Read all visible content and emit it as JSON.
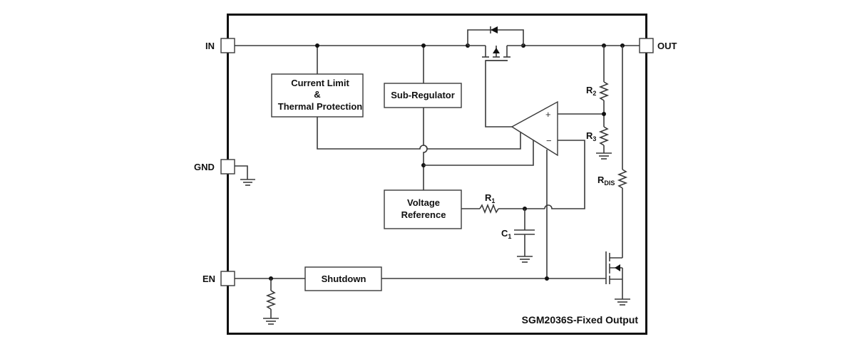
{
  "diagram": {
    "title": "SGM2036S-Fixed Output",
    "pins": {
      "in": "IN",
      "out": "OUT",
      "gnd": "GND",
      "en": "EN"
    },
    "blocks": {
      "current_limit_line1": "Current Limit",
      "current_limit_line2": "&",
      "current_limit_line3": "Thermal Protection",
      "sub_regulator": "Sub-Regulator",
      "voltage_reference_line1": "Voltage",
      "voltage_reference_line2": "Reference",
      "shutdown": "Shutdown"
    },
    "components": {
      "r1": {
        "main": "R",
        "sub": "1"
      },
      "r2": {
        "main": "R",
        "sub": "2"
      },
      "r3": {
        "main": "R",
        "sub": "3"
      },
      "rdis": {
        "main": "R",
        "sub": "DIS"
      },
      "c1": {
        "main": "C",
        "sub": "1"
      }
    },
    "opamp": {
      "plus": "+",
      "minus": "−"
    }
  }
}
